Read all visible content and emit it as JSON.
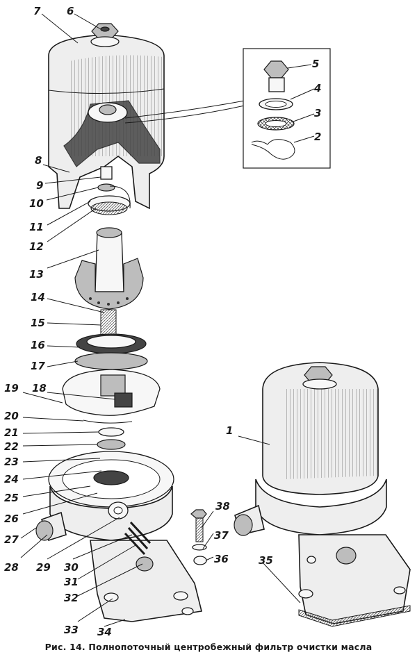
{
  "labels": [
    "1",
    "2",
    "3",
    "4",
    "5",
    "6",
    "7",
    "8",
    "9",
    "10",
    "11",
    "12",
    "13",
    "14",
    "15",
    "16",
    "17",
    "18",
    "19",
    "20",
    "21",
    "22",
    "23",
    "24",
    "25",
    "26",
    "27",
    "28",
    "29",
    "30",
    "31",
    "32",
    "33",
    "34",
    "35",
    "36",
    "37",
    "38"
  ],
  "caption": "Рис. 14. Полнопоточный центробежный фильтр очистки масла"
}
